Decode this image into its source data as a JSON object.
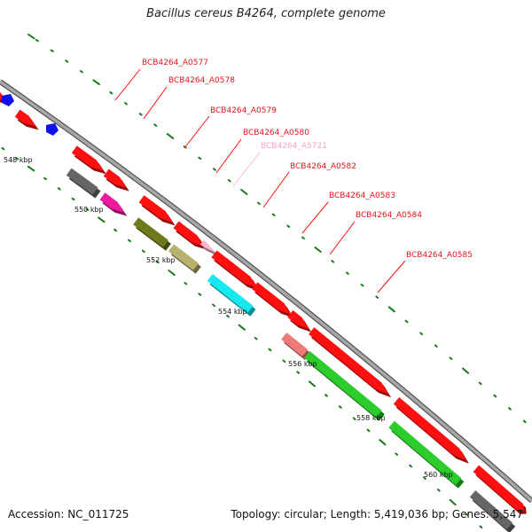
{
  "title": "Bacillus cereus B4264, complete genome",
  "footer": {
    "accession": "Accession: NC_011725",
    "info": "Topology: circular; Length: 5,419,036 bp; Genes: 5,547"
  },
  "kbp_labels": [
    "548 kbp",
    "550 kbp",
    "552 kbp",
    "554 kbp",
    "556 kbp",
    "558 kbp",
    "560 kbp"
  ],
  "gene_labels": [
    {
      "text": "BCB4264_A0577",
      "color": "#e8141c"
    },
    {
      "text": "BCB4264_A0578",
      "color": "#e8141c"
    },
    {
      "text": "BCB4264_A0579",
      "color": "#e8141c"
    },
    {
      "text": "BCB4264_A0580",
      "color": "#e8141c"
    },
    {
      "text": "BCB4264_A5721",
      "color": "#f5a3c8"
    },
    {
      "text": "BCB4264_A0582",
      "color": "#e8141c"
    },
    {
      "text": "BCB4264_A0583",
      "color": "#e8141c"
    },
    {
      "text": "BCB4264_A0584",
      "color": "#e8141c"
    },
    {
      "text": "BCB4264_A0585",
      "color": "#e8141c"
    }
  ],
  "colors": {
    "backbone": "#8c8c8c",
    "tick": "#1a7a1a",
    "red": "#ff1010",
    "pink": "#f01aa0",
    "gray": "#666666",
    "olive": "#6f7a1c",
    "khaki": "#b8b270",
    "cyan": "#18e8f0",
    "salmon": "#f07a7a",
    "green": "#2ccc2c",
    "blue": "#1010e8",
    "lightpink": "#f7b8d4"
  }
}
